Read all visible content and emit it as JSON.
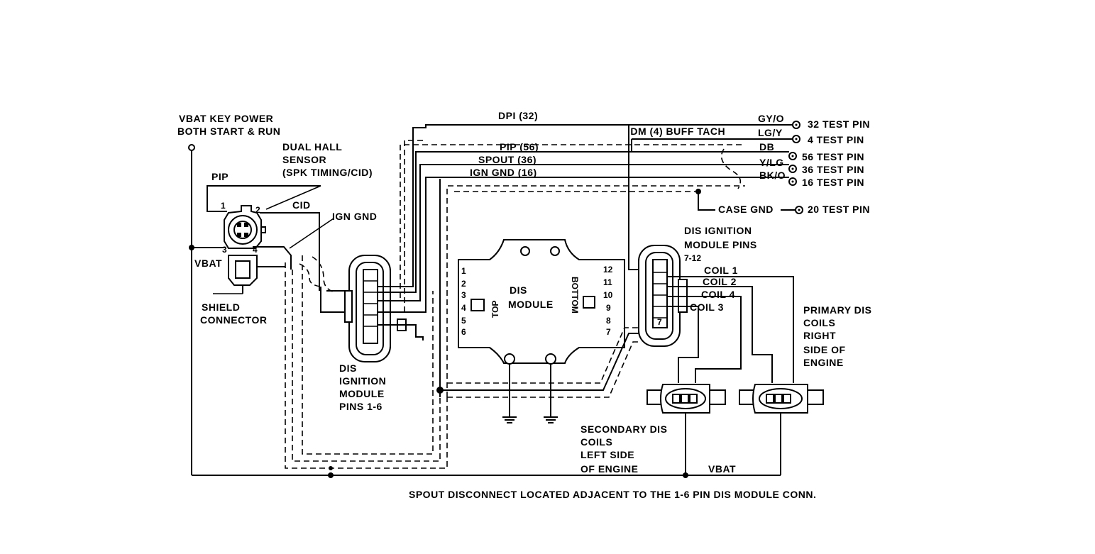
{
  "labels": {
    "vbat_key_power_1": "VBAT KEY POWER",
    "vbat_key_power_2": "BOTH START & RUN",
    "dual_hall_1": "DUAL HALL",
    "dual_hall_2": "SENSOR",
    "dual_hall_3": "(SPK TIMING/CID)",
    "pip": "PIP",
    "cid": "CID",
    "ign_gnd": "IGN GND",
    "vbat_left": "VBAT",
    "shield_1": "SHIELD",
    "shield_2": "CONNECTOR",
    "dis_left_1": "DIS",
    "dis_left_2": "IGNITION",
    "dis_left_3": "MODULE",
    "dis_left_4": "PINS 1-6",
    "dpi": "DPI (32)",
    "pip56": "PIP (56)",
    "spout36": "SPOUT (36)",
    "igngnd16": "IGN GND (16)",
    "idm": "IDM (4) BUFF TACH",
    "gyo": "GY/O",
    "lgy": "LG/Y",
    "db": "DB",
    "ylg": "Y/LG",
    "bko": "BK/O",
    "tp32": "32 TEST PIN",
    "tp4": "4 TEST PIN",
    "tp56": "56 TEST PIN",
    "tp36": "36 TEST PIN",
    "tp16": "16 TEST PIN",
    "case_gnd": "CASE GND",
    "tp20": "20 TEST PIN",
    "dis_mod_1": "DIS",
    "dis_mod_2": "MODULE",
    "top": "TOP",
    "bottom": "BOTTOM",
    "dis_right_1": "DIS IGNITION",
    "dis_right_2": "MODULE PINS",
    "dis_right_3": "7-12",
    "coil1": "COIL 1",
    "coil2": "COIL 2",
    "coil4": "COIL 4",
    "coil3": "COIL 3",
    "primary_1": "PRIMARY DIS",
    "primary_2": "COILS",
    "primary_3": "RIGHT",
    "primary_4": "SIDE OF",
    "primary_5": "ENGINE",
    "secondary_1": "SECONDARY DIS",
    "secondary_2": "COILS",
    "secondary_3": "LEFT SIDE",
    "secondary_4": "OF ENGINE",
    "vbat_bottom": "VBAT",
    "footer": "SPOUT  DISCONNECT  LOCATED   ADJACENT TO THE  1-6 PIN DIS  MODULE CONN.",
    "pin1": "1",
    "pin2": "2",
    "pin3": "3",
    "pin4": "4",
    "mpin1": "1",
    "mpin2": "2",
    "mpin3": "3",
    "mpin4": "4",
    "mpin5": "5",
    "mpin6": "6",
    "mpin7": "7",
    "mpin8": "8",
    "mpin9": "9",
    "mpin10": "10",
    "mpin11": "11",
    "mpin12": "12",
    "cpin7": "7"
  }
}
